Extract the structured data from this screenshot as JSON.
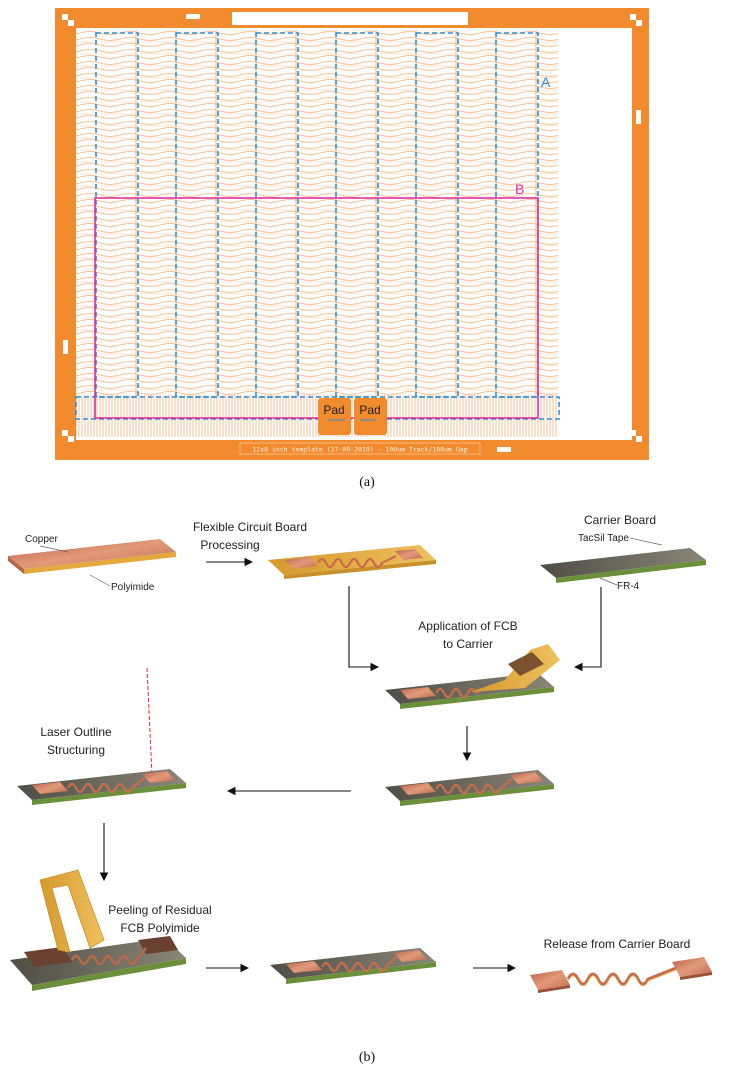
{
  "panel_a": {
    "caption": "(a)",
    "region_a_label": "A",
    "region_b_label": "B",
    "pad_left_label": "Pad",
    "pad_right_label": "Pad",
    "footer_text": "12x8 inch template (27-09-2019) - 100um Track/100um Gap",
    "colors": {
      "frame": "#f28a2e",
      "region_a": "#2e8fd6",
      "region_b": "#e0309a",
      "traces": "#f4b27a"
    }
  },
  "panel_b": {
    "caption": "(b)",
    "labels": {
      "copper": "Copper",
      "polyimide": "Polyimide",
      "fcb_processing_line1": "Flexible Circuit Board",
      "fcb_processing_line2": "Processing",
      "carrier_board": "Carrier Board",
      "tacsil_tape": "TacSil Tape",
      "fr4": "FR-4",
      "application_line1": "Application of FCB",
      "application_line2": "to Carrier",
      "laser_line1": "Laser Outline",
      "laser_line2": "Structuring",
      "peeling_line1": "Peeling of Residual",
      "peeling_line2": "FCB Polyimide",
      "release": "Release from Carrier Board"
    },
    "colors": {
      "copper": "#d9805e",
      "polyimide": "#e3a93c",
      "carrier_top": "#6e6a5e",
      "carrier_side": "#6b8f3a",
      "laser": "#e03030"
    }
  }
}
